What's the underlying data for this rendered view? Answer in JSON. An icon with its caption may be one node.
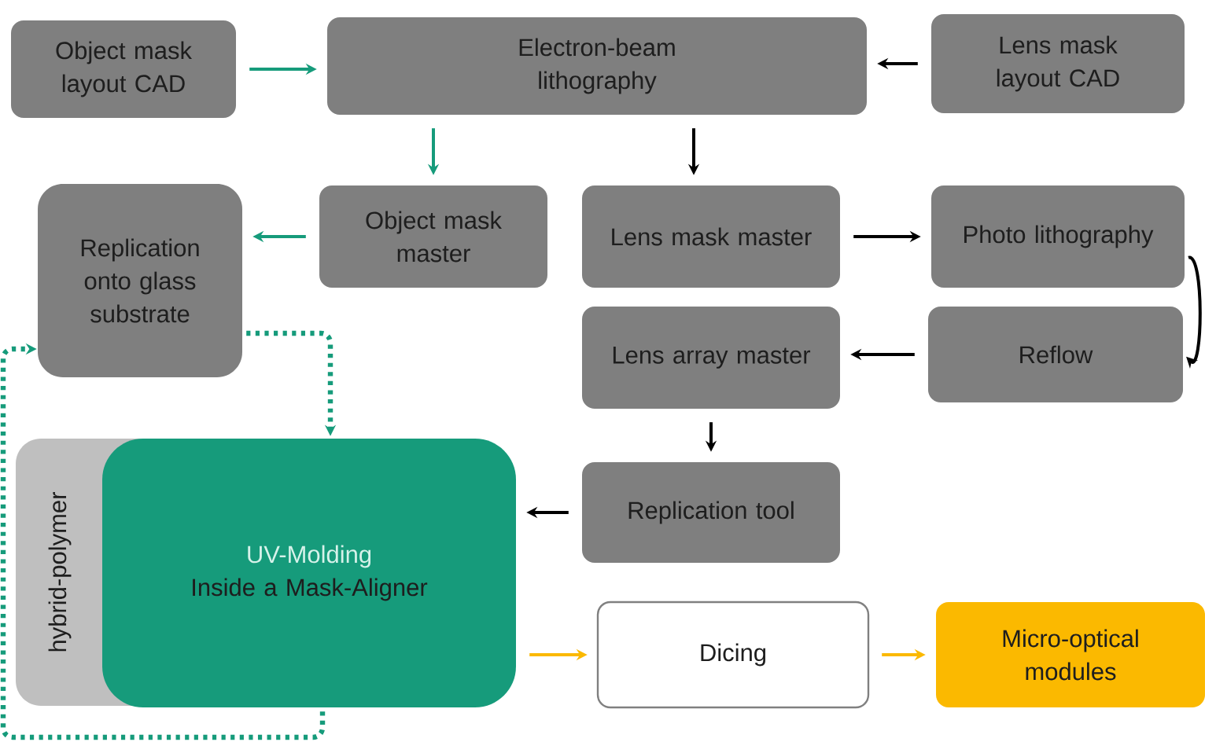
{
  "diagram": {
    "nodes": [
      {
        "text": [
          "Object mask layout CAD"
        ]
      },
      {
        "text": [
          "Electron-beam lithography"
        ]
      },
      {
        "text": [
          "Lens mask layout CAD"
        ]
      },
      {
        "text": [
          "Object mask master"
        ]
      },
      {
        "text": [
          "Replication onto glass substrate"
        ]
      },
      {
        "text": [
          "Lens mask master"
        ]
      },
      {
        "text": [
          "Photo lithography"
        ]
      },
      {
        "text": [
          "Lens array master"
        ]
      },
      {
        "text": [
          "Reflow"
        ]
      },
      {
        "text": [
          "hybrid-polymer"
        ]
      },
      {
        "text": [
          "UV-Molding",
          "Inside a Mask-Aligner"
        ]
      },
      {
        "text": [
          "Replication tool"
        ]
      },
      {
        "text": [
          "Dicing"
        ]
      },
      {
        "text": [
          "Micro-optical modules"
        ]
      }
    ],
    "edges": [
      {
        "from": 0,
        "to": 1,
        "arrow": "to",
        "color": "#169b7b"
      },
      {
        "from": 2,
        "to": 1,
        "arrow": "to"
      },
      {
        "from": 1,
        "to": 3,
        "arrow": "to",
        "color": "#169b7b"
      },
      {
        "from": 1,
        "to": 5,
        "arrow": "to"
      },
      {
        "from": 3,
        "to": 4,
        "arrow": "to",
        "color": "#169b7b"
      },
      {
        "from": 5,
        "to": 6,
        "arrow": "to"
      },
      {
        "from": 6,
        "to": 8,
        "arrow": "to"
      },
      {
        "from": 8,
        "to": 7,
        "arrow": "to"
      },
      {
        "from": 7,
        "to": 11,
        "arrow": "to"
      },
      {
        "from": 11,
        "to": 10,
        "arrow": "to"
      },
      {
        "from": 4,
        "to": 10,
        "arrow": "to",
        "style": "dashed",
        "color": "#169b7b"
      },
      {
        "from": 10,
        "to": 4,
        "arrow": "to",
        "style": "dashed",
        "color": "#169b7b"
      },
      {
        "from": 10,
        "to": 12,
        "arrow": "to",
        "color": "#fbb900"
      },
      {
        "from": 12,
        "to": 13,
        "arrow": "to",
        "color": "#fbb900"
      }
    ]
  }
}
